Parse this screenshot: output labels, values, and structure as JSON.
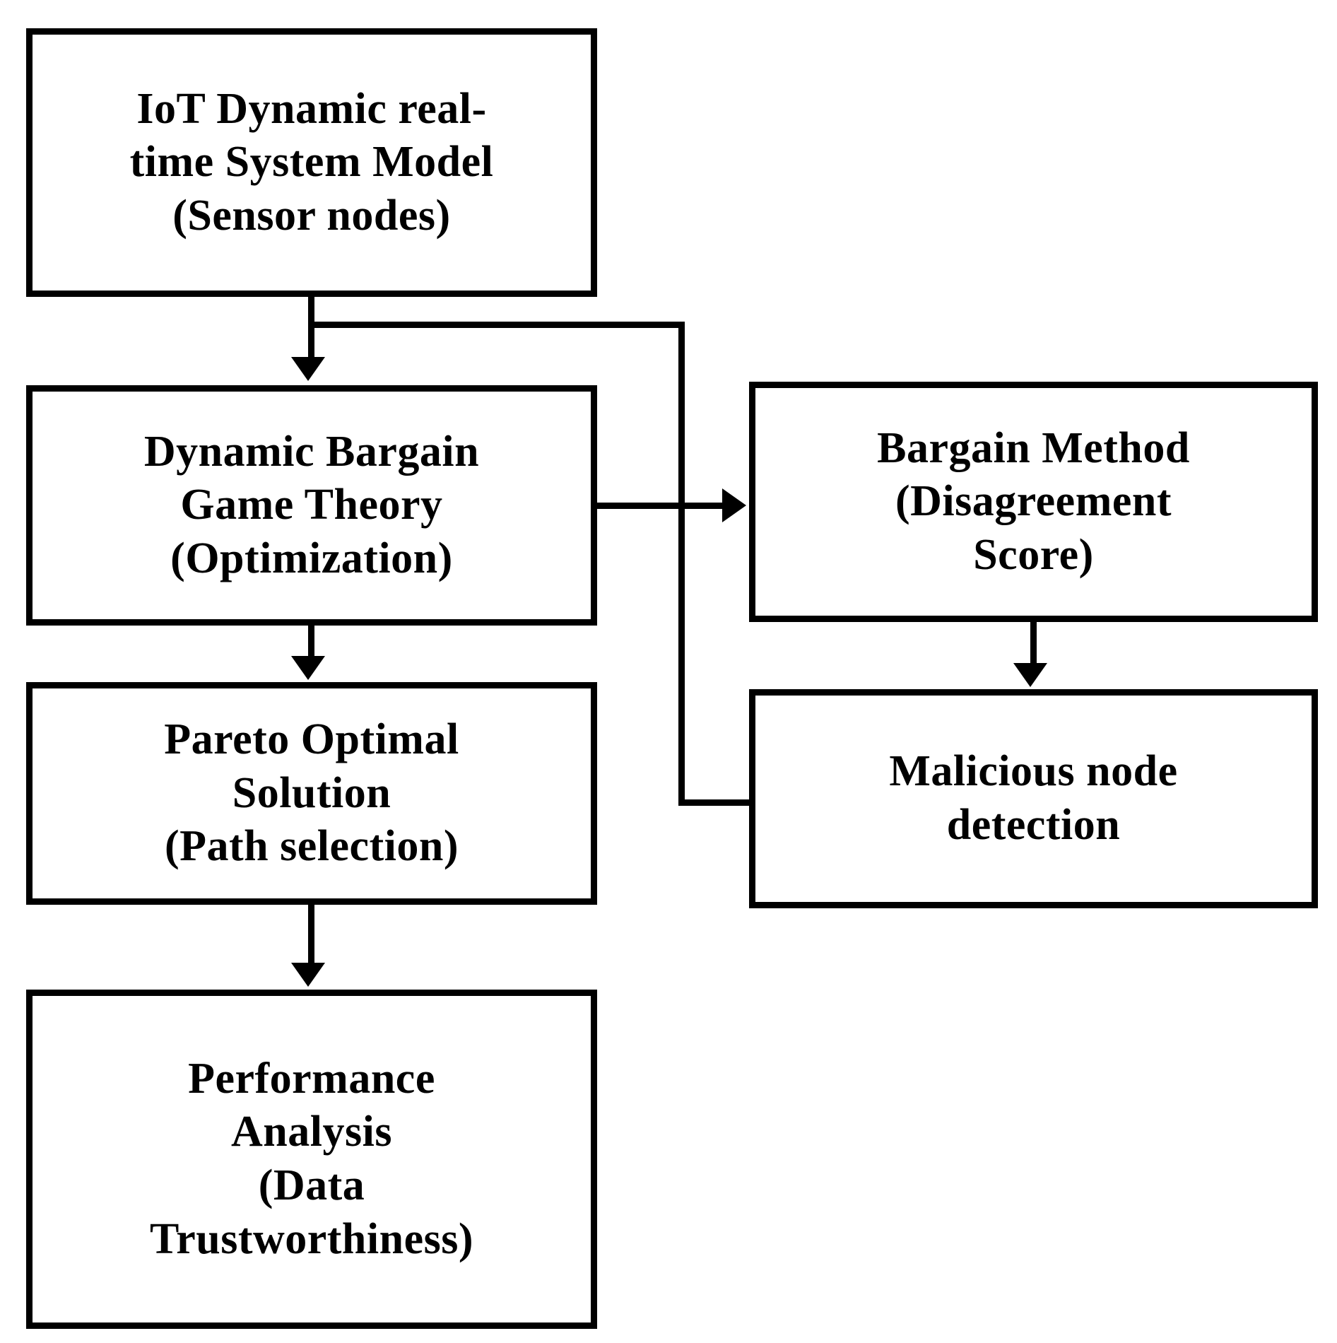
{
  "diagram": {
    "title": "IoT dynamic bargain game theory flowchart",
    "background_color": "#ffffff",
    "line_color": "#000000",
    "nodes": [
      {
        "id": "iot-model",
        "label": "IoT Dynamic real-\ntime System Model\n(Sensor nodes)"
      },
      {
        "id": "game-theory",
        "label": "Dynamic Bargain\nGame Theory\n(Optimization)"
      },
      {
        "id": "pareto",
        "label": "Pareto Optimal\nSolution\n(Path selection)"
      },
      {
        "id": "performance",
        "label": "Performance\nAnalysis\n(Data\nTrustworthiness)"
      },
      {
        "id": "bargain-method",
        "label": "Bargain Method\n(Disagreement\nScore)"
      },
      {
        "id": "malicious",
        "label": "Malicious node\ndetection"
      }
    ],
    "edges": [
      {
        "id": "edge1",
        "from": "iot-model",
        "to": "game-theory",
        "style": "arrow-down"
      },
      {
        "id": "edge2",
        "from": "iot-model",
        "to": "malicious",
        "style": "elbow-plain"
      },
      {
        "id": "edge3",
        "from": "game-theory",
        "to": "bargain-method",
        "style": "arrow-right"
      },
      {
        "id": "edge4",
        "from": "game-theory",
        "to": "pareto",
        "style": "arrow-down"
      },
      {
        "id": "edge5",
        "from": "bargain-method",
        "to": "malicious",
        "style": "arrow-down"
      },
      {
        "id": "edge6",
        "from": "pareto",
        "to": "performance",
        "style": "arrow-down"
      }
    ]
  }
}
